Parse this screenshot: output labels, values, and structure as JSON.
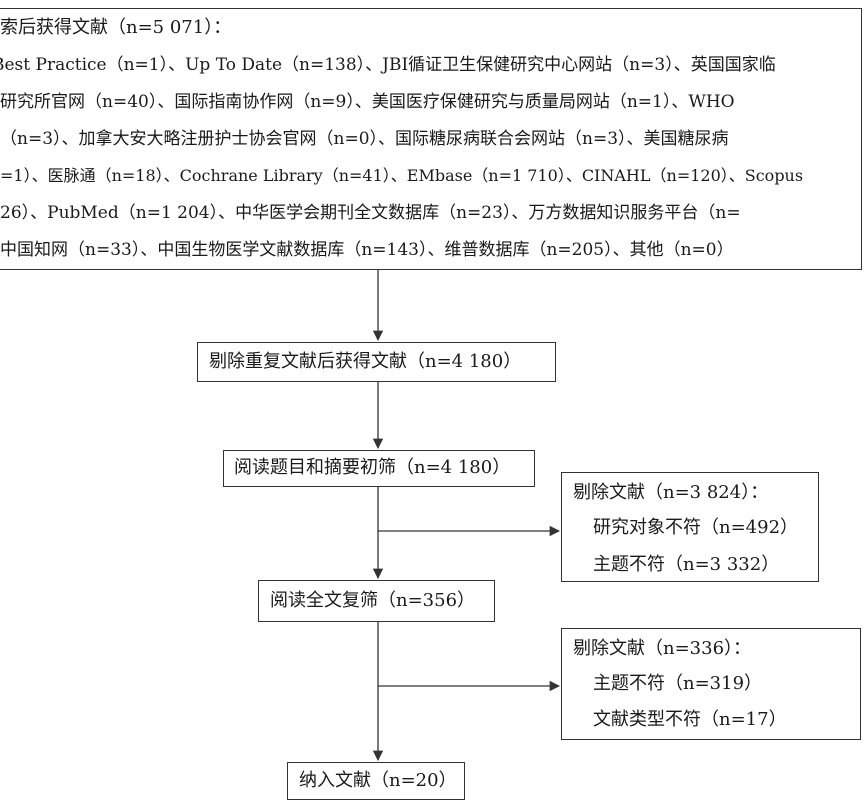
{
  "search_box": {
    "lines": [
      "索后获得文献（n=5 071）：",
      "Best Practice（n=1）、Up To Date（n=138）、JBI循证卫生保健研究中心网站（n=3）、英国国家临",
      "研究所官网（n=40）、国际指南协作网（n=9）、美国医疗保健研究与质量局网站（n=1）、WHO",
      "（n=3）、加拿大安大略注册护士协会官网（n=0）、国际糖尿病联合会网站（n=3）、美国糖尿病",
      "=1）、医脉通（n=18）、Cochrane Library（n=41）、EMbase（n=1 710）、CINAHL（n=120）、Scopus",
      "26）、PubMed（n=1 204）、中华医学会期刊全文数据库（n=23）、万方数据知识服务平台（n=",
      "中国知网（n=33）、中国生物医学文献数据库（n=143）、维普数据库（n=205）、其他（n=0）"
    ]
  },
  "dedup_box": {
    "label": "剔除重复文献后获得文献（n=4 180）"
  },
  "title_abstract_box": {
    "label": "阅读题目和摘要初筛（n=4 180）"
  },
  "exclusion_box_1": {
    "title": "剔除文献（n=3 824）：",
    "reasons": [
      "研究对象不符（n=492）",
      "主题不符（n=3 332）"
    ]
  },
  "fulltext_box": {
    "label": "阅读全文复筛（n=356）"
  },
  "exclusion_box_2": {
    "title": "剔除文献（n=336）：",
    "reasons": [
      "主题不符（n=319）",
      "文献类型不符（n=17）"
    ]
  },
  "included_box": {
    "label": "纳入文献（n=20）"
  }
}
